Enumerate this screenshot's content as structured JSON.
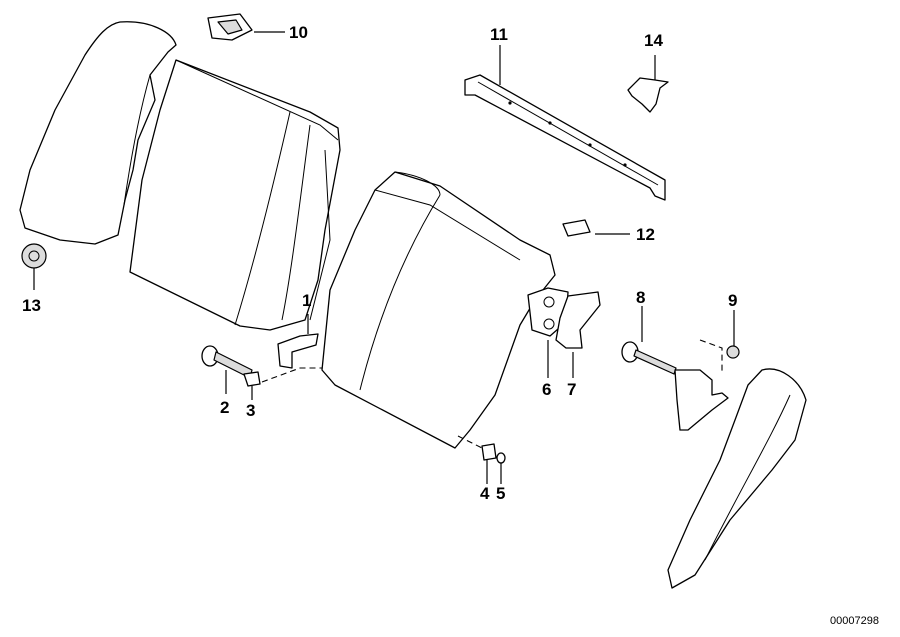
{
  "callouts": {
    "c1": "1",
    "c2": "2",
    "c3": "3",
    "c4": "4",
    "c5": "5",
    "c6": "6",
    "c7": "7",
    "c8": "8",
    "c9": "9",
    "c10": "10",
    "c11": "11",
    "c12": "12",
    "c13": "13",
    "c14": "14"
  },
  "drawing_number": "00007298"
}
